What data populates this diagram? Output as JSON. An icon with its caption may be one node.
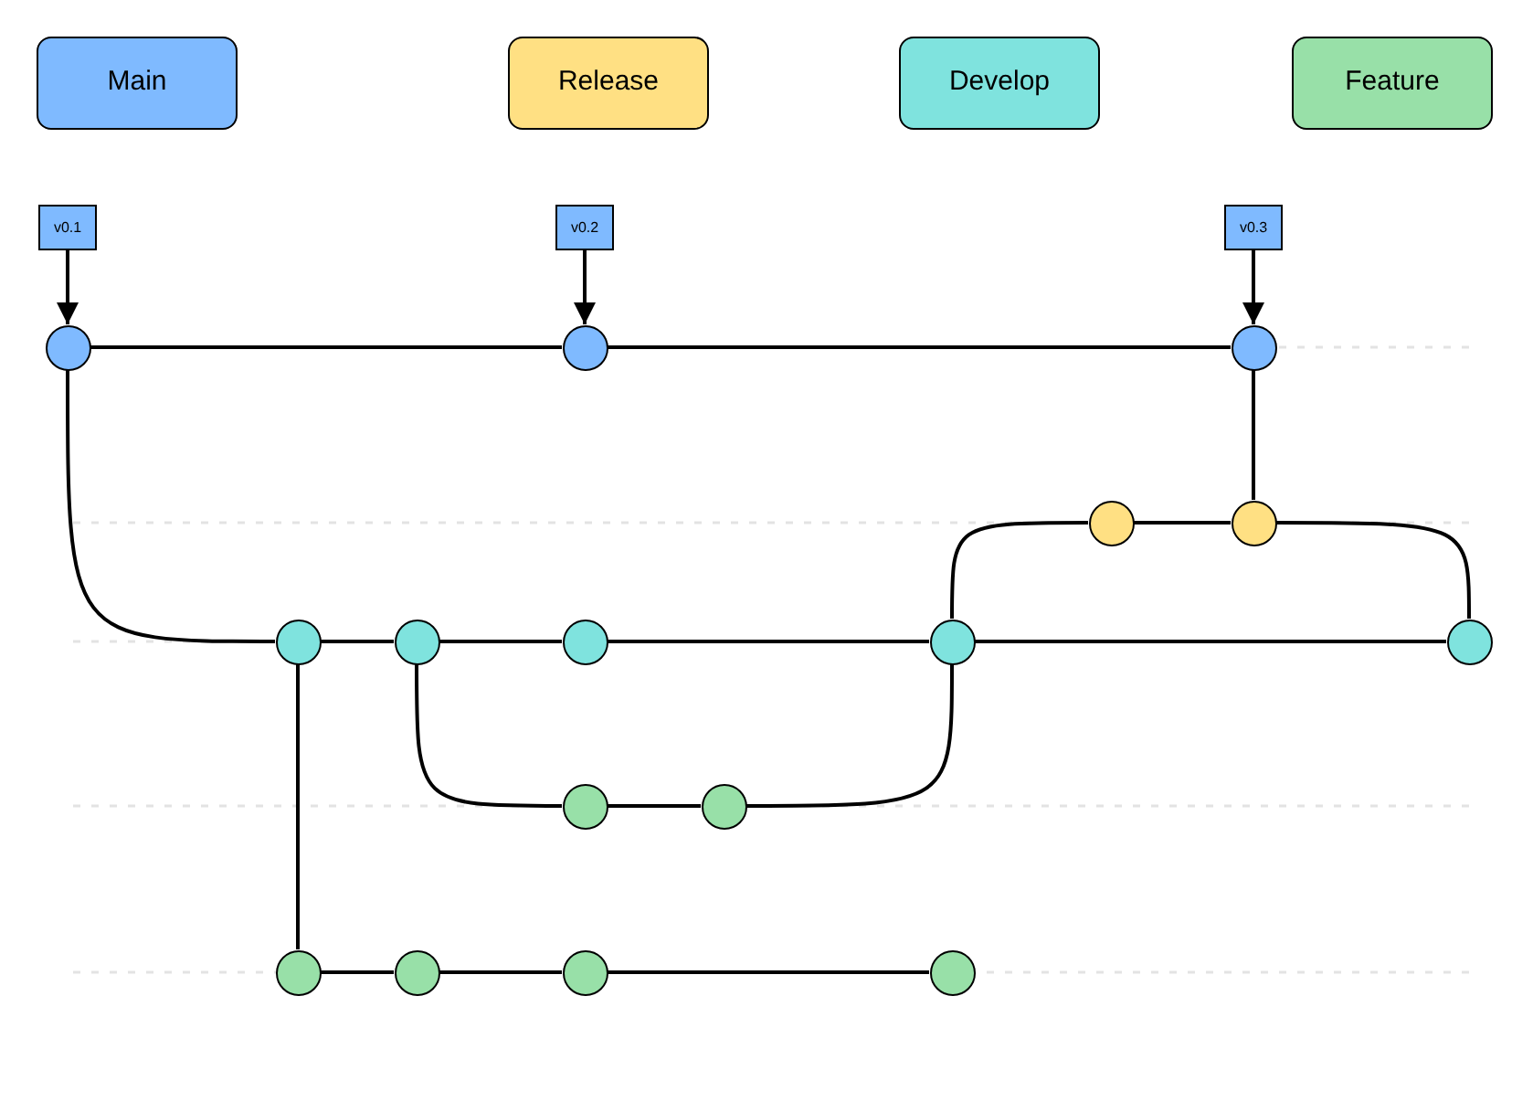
{
  "diagram": {
    "nodes": [
      {
        "text": [
          "Main"
        ]
      },
      {
        "text": [
          "Release"
        ]
      },
      {
        "text": [
          "Develop"
        ]
      },
      {
        "text": [
          "Feature"
        ]
      },
      {
        "text": [
          "v0.1"
        ]
      },
      {
        "text": [
          "v0.2"
        ]
      },
      {
        "text": [
          "v0.3"
        ]
      },
      {
        "text": [],
        "shape": "circle"
      },
      {
        "text": [],
        "shape": "circle"
      },
      {
        "text": [],
        "shape": "circle"
      },
      {
        "text": [],
        "shape": "circle"
      },
      {
        "text": [],
        "shape": "circle"
      },
      {
        "text": [],
        "shape": "circle"
      },
      {
        "text": [],
        "shape": "circle"
      },
      {
        "text": [],
        "shape": "circle"
      },
      {
        "text": [],
        "shape": "circle"
      },
      {
        "text": [],
        "shape": "circle"
      },
      {
        "text": [],
        "shape": "circle"
      },
      {
        "text": [],
        "shape": "circle"
      },
      {
        "text": [],
        "shape": "circle"
      },
      {
        "text": [],
        "shape": "circle"
      },
      {
        "text": [],
        "shape": "circle"
      },
      {
        "text": [],
        "shape": "circle"
      }
    ],
    "edges": [
      {
        "from": 4,
        "to": 7,
        "arrow": "to"
      },
      {
        "from": 5,
        "to": 8,
        "arrow": "to"
      },
      {
        "from": 6,
        "to": 9,
        "arrow": "to"
      },
      {
        "from": 7,
        "to": 8,
        "arrow": "none"
      },
      {
        "from": 8,
        "to": 9,
        "arrow": "none"
      },
      {
        "from": 7,
        "to": 12,
        "arrow": "none"
      },
      {
        "from": 9,
        "to": 11,
        "arrow": "none"
      },
      {
        "from": 12,
        "to": 13,
        "arrow": "none"
      },
      {
        "from": 13,
        "to": 14,
        "arrow": "none"
      },
      {
        "from": 14,
        "to": 15,
        "arrow": "none"
      },
      {
        "from": 15,
        "to": 16,
        "arrow": "none"
      },
      {
        "from": 15,
        "to": 10,
        "arrow": "none"
      },
      {
        "from": 10,
        "to": 11,
        "arrow": "none"
      },
      {
        "from": 11,
        "to": 16,
        "arrow": "none"
      },
      {
        "from": 13,
        "to": 17,
        "arrow": "none"
      },
      {
        "from": 17,
        "to": 18,
        "arrow": "none"
      },
      {
        "from": 18,
        "to": 15,
        "arrow": "none"
      },
      {
        "from": 12,
        "to": 19,
        "arrow": "none"
      },
      {
        "from": 19,
        "to": 20,
        "arrow": "none"
      },
      {
        "from": 20,
        "to": 21,
        "arrow": "none"
      },
      {
        "from": 21,
        "to": 22,
        "arrow": "none"
      }
    ]
  }
}
